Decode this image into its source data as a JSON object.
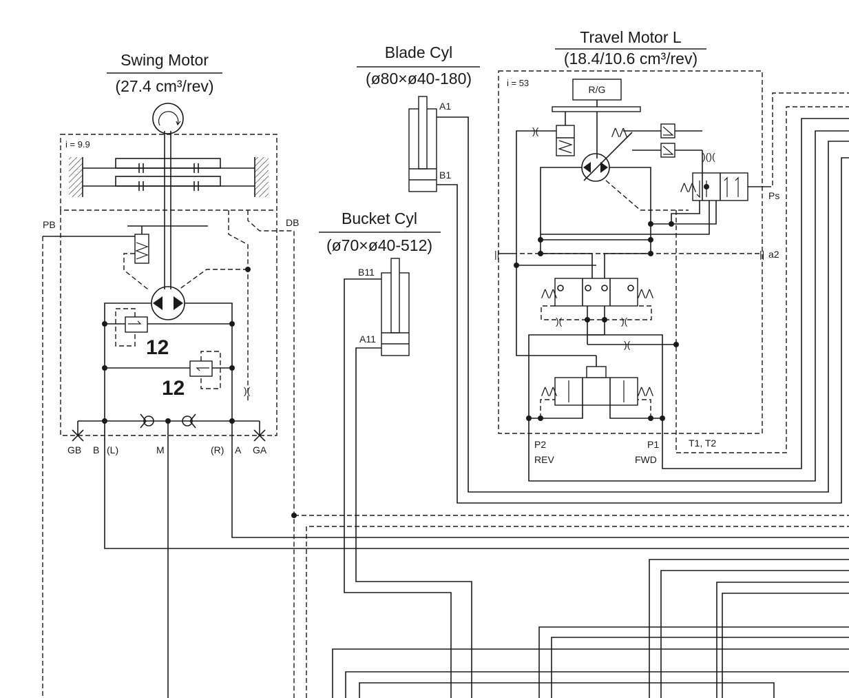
{
  "components": {
    "swing_motor": {
      "title": "Swing Motor",
      "spec": "(27.4 cm³/rev)",
      "ratio": "i = 9.9",
      "relief_a": "12",
      "relief_b": "12"
    },
    "blade_cyl": {
      "title": "Blade Cyl",
      "spec": "(ø80×ø40-180)"
    },
    "bucket_cyl": {
      "title": "Bucket Cyl",
      "spec": "(ø70×ø40-512)"
    },
    "travel_motor_l": {
      "title": "Travel Motor L",
      "spec": "(18.4/10.6 cm³/rev)",
      "ratio": "i = 53",
      "rg_label": "R/G"
    }
  },
  "ports": {
    "pb": "PB",
    "db": "DB",
    "gb": "GB",
    "b": "B",
    "l": "(L)",
    "m": "M",
    "r": "(R)",
    "a": "A",
    "ga": "GA",
    "a1": "A1",
    "b1": "B1",
    "b11": "B11",
    "a11": "A11",
    "ps": "Ps",
    "a2": "a2",
    "p2": "P2",
    "rev": "REV",
    "p1": "P1",
    "fwd": "FWD",
    "t1t2": "T1, T2"
  }
}
